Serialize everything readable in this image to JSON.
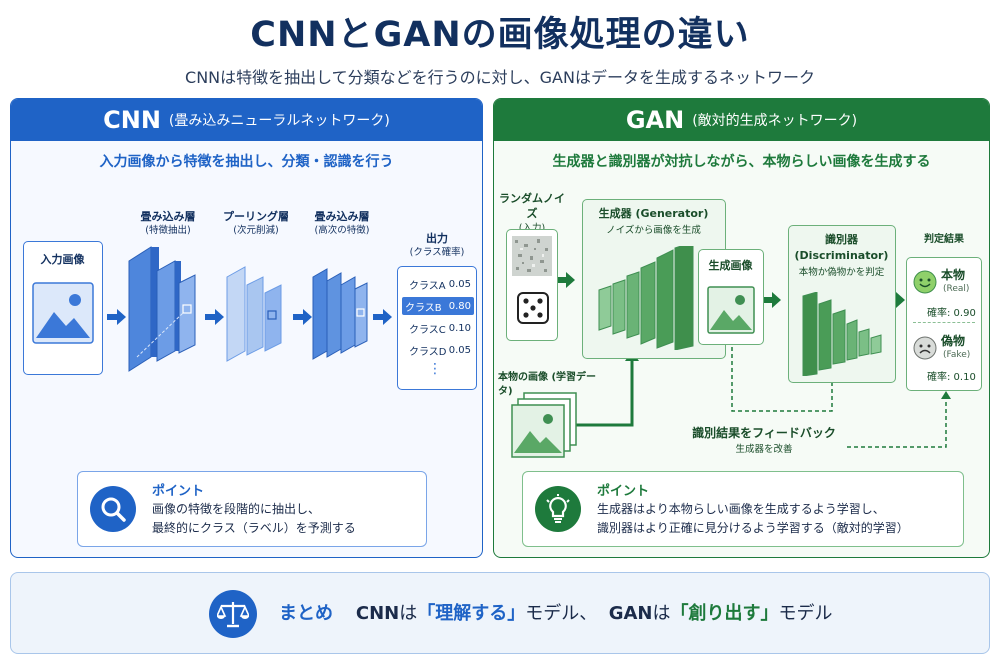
{
  "title": "CNNとGANの画像処理の違い",
  "subtitle": "CNNは特徴を抽出して分類などを行うのに対し、GANはデータを生成するネットワーク",
  "cnn": {
    "name": "CNN",
    "name_sub": "(畳み込みニューラルネットワーク)",
    "description": "入力画像から特徴を抽出し、分類・認識を行う",
    "input_label": "入力画像",
    "layers": [
      {
        "title": "畳み込み層",
        "sub": "(特徴抽出)"
      },
      {
        "title": "プーリング層",
        "sub": "(次元削減)"
      },
      {
        "title": "畳み込み層",
        "sub": "(高次の特徴)"
      }
    ],
    "output_title": "出力",
    "output_sub": "(クラス確率)",
    "outputs": [
      {
        "label": "クラスA",
        "value": "0.05"
      },
      {
        "label": "クラスB",
        "value": "0.80"
      },
      {
        "label": "クラスC",
        "value": "0.10"
      },
      {
        "label": "クラスD",
        "value": "0.05"
      }
    ],
    "ellipsis": "⋮",
    "point_title": "ポイント",
    "point_line1": "画像の特徴を段階的に抽出し、",
    "point_line2": "最終的にクラス（ラベル）を予測する"
  },
  "gan": {
    "name": "GAN",
    "name_sub": "(敵対的生成ネットワーク)",
    "description": "生成器と識別器が対抗しながら、本物らしい画像を生成する",
    "noise_label": "ランダムノイズ",
    "noise_sub": "(入力)",
    "generator_title": "生成器 (Generator)",
    "generator_sub": "ノイズから画像を生成",
    "generated_label": "生成画像",
    "discriminator_title": "識別器",
    "discriminator_title2": "(Discriminator)",
    "discriminator_sub": "本物か偽物かを判定",
    "real_images_label": "本物の画像 (学習データ)",
    "judge_title": "判定結果",
    "judge_real": "本物",
    "judge_real_sub": "(Real)",
    "judge_real_prob": "確率: 0.90",
    "judge_fake": "偽物",
    "judge_fake_sub": "(Fake)",
    "judge_fake_prob": "確率: 0.10",
    "feedback_title": "識別結果をフィードバック",
    "feedback_sub": "生成器を改善",
    "point_title": "ポイント",
    "point_line1": "生成器はより本物らしい画像を生成するよう学習し、",
    "point_line2": "識別器はより正確に見分けるよう学習する（敵対的学習）"
  },
  "summary": {
    "label": "まとめ",
    "cnn": "CNN",
    "ha1": "は",
    "cnn_role": "「理解する」",
    "model1": "モデル、",
    "gan": "GAN",
    "ha2": "は",
    "gan_role": "「創り出す」",
    "model2": "モデル"
  },
  "colors": {
    "cnn_blue": "#1f63c6",
    "gan_green": "#1e7a3c",
    "title_navy": "#12305f"
  }
}
